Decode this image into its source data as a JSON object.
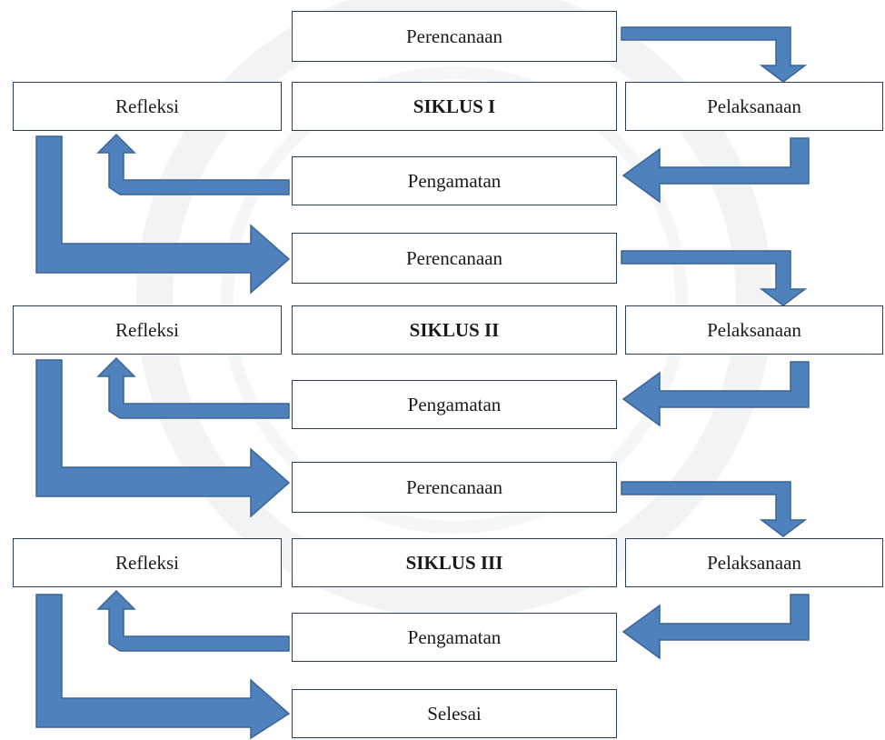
{
  "diagram": {
    "cycles": [
      {
        "title": "SIKLUS I",
        "planning": "Perencanaan",
        "action": "Pelaksanaan",
        "observation": "Pengamatan",
        "reflection": "Refleksi"
      },
      {
        "title": "SIKLUS II",
        "planning": "Perencanaan",
        "action": "Pelaksanaan",
        "observation": "Pengamatan",
        "reflection": "Refleksi"
      },
      {
        "title": "SIKLUS III",
        "planning": "Perencanaan",
        "action": "Pelaksanaan",
        "observation": "Pengamatan",
        "reflection": "Refleksi"
      }
    ],
    "end_label": "Selesai"
  },
  "colors": {
    "arrow_fill": "#4f81bd",
    "arrow_stroke": "#3a6597",
    "box_border": "#2c3f55"
  }
}
